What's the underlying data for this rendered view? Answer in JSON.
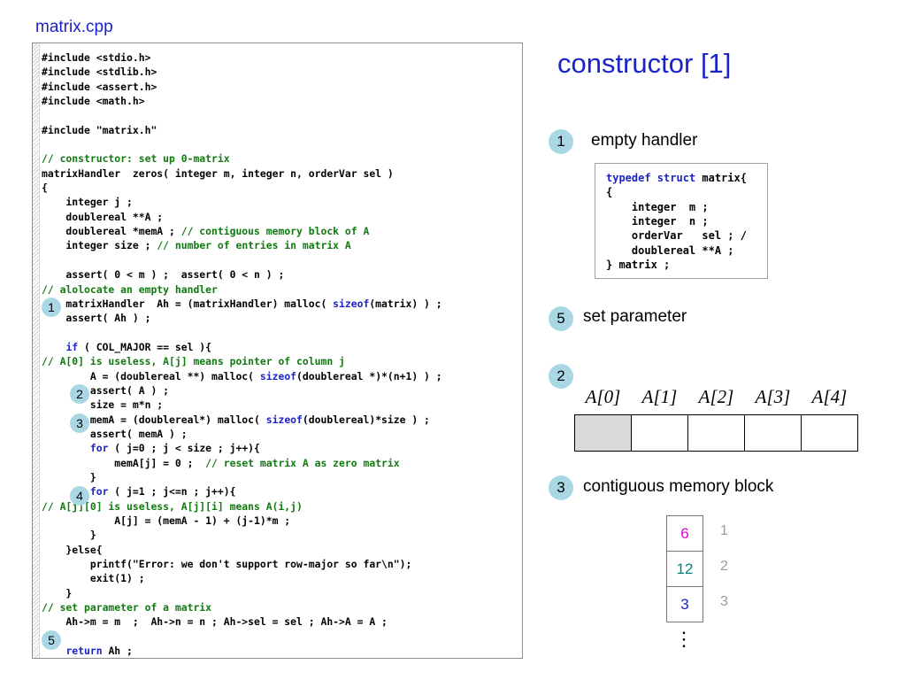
{
  "file_title": "matrix.cpp",
  "slide_title": "constructor  [1]",
  "code": [
    [
      {
        "t": "#include <stdio.h>"
      }
    ],
    [
      {
        "t": "#include <stdlib.h>"
      }
    ],
    [
      {
        "t": "#include <assert.h>"
      }
    ],
    [
      {
        "t": "#include <math.h>"
      }
    ],
    [],
    [
      {
        "t": "#include \"matrix.h\""
      }
    ],
    [],
    [
      {
        "t": "// constructor: set up 0-matrix",
        "c": "cm"
      }
    ],
    [
      {
        "t": "matrixHandler  zeros( integer m, integer n, orderVar sel )"
      }
    ],
    [
      {
        "t": "{"
      }
    ],
    [
      {
        "t": "    integer j ;"
      }
    ],
    [
      {
        "t": "    doublereal **A ;"
      }
    ],
    [
      {
        "t": "    doublereal *memA ; "
      },
      {
        "t": "// contiguous memory block of A",
        "c": "cm"
      }
    ],
    [
      {
        "t": "    integer size ; "
      },
      {
        "t": "// number of entries in matrix A",
        "c": "cm"
      }
    ],
    [],
    [
      {
        "t": "    assert( 0 < m ) ;  assert( 0 < n ) ;"
      }
    ],
    [
      {
        "t": "// alolocate an empty handler",
        "c": "cm"
      }
    ],
    [
      {
        "t": "    matrixHandler  Ah = (matrixHandler) malloc( "
      },
      {
        "t": "sizeof",
        "c": "kw"
      },
      {
        "t": "(matrix) ) ;"
      }
    ],
    [
      {
        "t": "    assert( Ah ) ;"
      }
    ],
    [],
    [
      {
        "t": "    "
      },
      {
        "t": "if",
        "c": "kw"
      },
      {
        "t": " ( COL_MAJOR == sel ){"
      }
    ],
    [
      {
        "t": "// A[0] is useless, A[j] means pointer of column j",
        "c": "cm"
      }
    ],
    [
      {
        "t": "        A = (doublereal **) malloc( "
      },
      {
        "t": "sizeof",
        "c": "kw"
      },
      {
        "t": "(doublereal *)*(n+1) ) ;"
      }
    ],
    [
      {
        "t": "        assert( A ) ;"
      }
    ],
    [
      {
        "t": "        size = m*n ;"
      }
    ],
    [
      {
        "t": "        memA = (doublereal*) malloc( "
      },
      {
        "t": "sizeof",
        "c": "kw"
      },
      {
        "t": "(doublereal)*size ) ;"
      }
    ],
    [
      {
        "t": "        assert( memA ) ;"
      }
    ],
    [
      {
        "t": "        "
      },
      {
        "t": "for",
        "c": "kw"
      },
      {
        "t": " ( j=0 ; j < size ; j++){"
      }
    ],
    [
      {
        "t": "            memA[j] = 0 ;  "
      },
      {
        "t": "// reset matrix A as zero matrix",
        "c": "cm"
      }
    ],
    [
      {
        "t": "        }"
      }
    ],
    [
      {
        "t": "        "
      },
      {
        "t": "for",
        "c": "kw"
      },
      {
        "t": " ( j=1 ; j<=n ; j++){"
      }
    ],
    [
      {
        "t": "// A[j][0] is useless, A[j][i] means A(i,j)",
        "c": "cm"
      }
    ],
    [
      {
        "t": "            A[j] = (memA - 1) + (j-1)*m ;"
      }
    ],
    [
      {
        "t": "        }"
      }
    ],
    [
      {
        "t": "    }else{"
      }
    ],
    [
      {
        "t": "        printf(\"Error: we don't support row-major so far\\n\");"
      }
    ],
    [
      {
        "t": "        exit(1) ;"
      }
    ],
    [
      {
        "t": "    }"
      }
    ],
    [
      {
        "t": "// set parameter of a matrix",
        "c": "cm"
      }
    ],
    [
      {
        "t": "    Ah->m = m  ;  Ah->n = n ; Ah->sel = sel ; Ah->A = A ;"
      }
    ],
    [],
    [
      {
        "t": "    "
      },
      {
        "t": "return",
        "c": "kw"
      },
      {
        "t": " Ah ;"
      }
    ],
    [
      {
        "t": "}"
      }
    ]
  ],
  "code_badges": [
    {
      "label": "1",
      "line": 17
    },
    {
      "label": "2",
      "line": 23
    },
    {
      "label": "3",
      "line": 25
    },
    {
      "label": "4",
      "line": 30
    },
    {
      "label": "5",
      "line": 40
    }
  ],
  "sections": {
    "empty_handler": {
      "badge": "1",
      "label": "empty handler"
    },
    "set_parameter": {
      "badge": "5",
      "label": "set parameter"
    },
    "pointer_array": {
      "badge": "2"
    },
    "memory_block": {
      "badge": "3",
      "label": "contiguous memory block"
    }
  },
  "struct_code": [
    [
      {
        "t": "typedef struct",
        "c": "kw"
      },
      {
        "t": " matrix{"
      }
    ],
    [
      {
        "t": "{"
      }
    ],
    [
      {
        "t": "    integer  m ;"
      }
    ],
    [
      {
        "t": "    integer  n ;"
      }
    ],
    [
      {
        "t": "    orderVar   sel ; /"
      }
    ],
    [
      {
        "t": "    doublereal **A ;"
      }
    ],
    [
      {
        "t": "} matrix ;"
      }
    ]
  ],
  "pointer_labels": [
    "A[0]",
    "A[1]",
    "A[2]",
    "A[3]",
    "A[4]"
  ],
  "memory_cells": [
    {
      "value": "6",
      "index": "1",
      "color": "#e000e0"
    },
    {
      "value": "12",
      "index": "2",
      "color": "#008080"
    },
    {
      "value": "3",
      "index": "3",
      "color": "#1a23c8"
    }
  ],
  "ellipsis": "⋮",
  "colors": {
    "keyword": "#1a23c8",
    "comment": "#0f7a0f",
    "badge": "#a9d8e4",
    "title": "#1a23c8",
    "placeholder_cell": "#d9d9d9"
  }
}
